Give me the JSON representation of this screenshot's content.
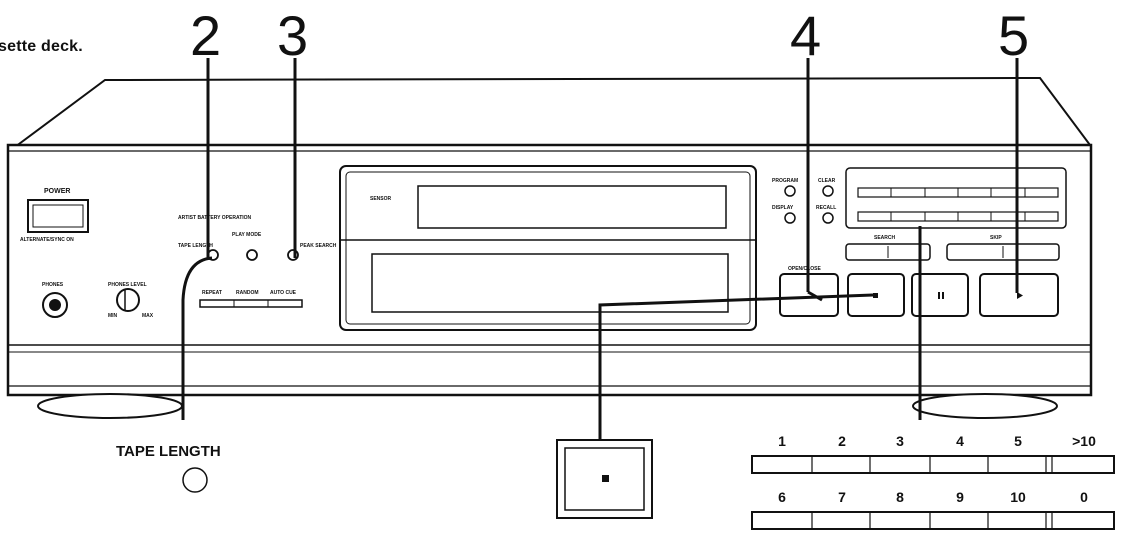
{
  "caption": "sette deck.",
  "callouts": [
    "2",
    "3",
    "4",
    "5"
  ],
  "tape_length_label": "TAPE LENGTH",
  "panel": {
    "power": "POWER",
    "power_sub": "ALTERNATE/SYNC  ON",
    "phones": "PHONES",
    "phones_level": "PHONES LEVEL",
    "level_min": "MIN",
    "level_max": "MAX",
    "auto_edit": "ARTIST BATTERY OPERATION",
    "play_mode": "PLAY MODE",
    "tape_length": "TAPE LENGTH",
    "peak_search": "PEAK SEARCH",
    "repeat": "REPEAT",
    "random": "RANDOM",
    "auto_cue": "AUTO CUE",
    "sensor": "SENSOR",
    "program": "PROGRAM",
    "clear": "CLEAR",
    "display": "DISPLAY",
    "recall": "RECALL",
    "search": "SEARCH",
    "skip": "SKIP",
    "open_close": "OPEN/CLOSE"
  },
  "number_keys_top": [
    "1",
    "2",
    "3",
    "4",
    "5",
    ">10"
  ],
  "number_keys_bottom": [
    "6",
    "7",
    "8",
    "9",
    "10",
    "0"
  ]
}
